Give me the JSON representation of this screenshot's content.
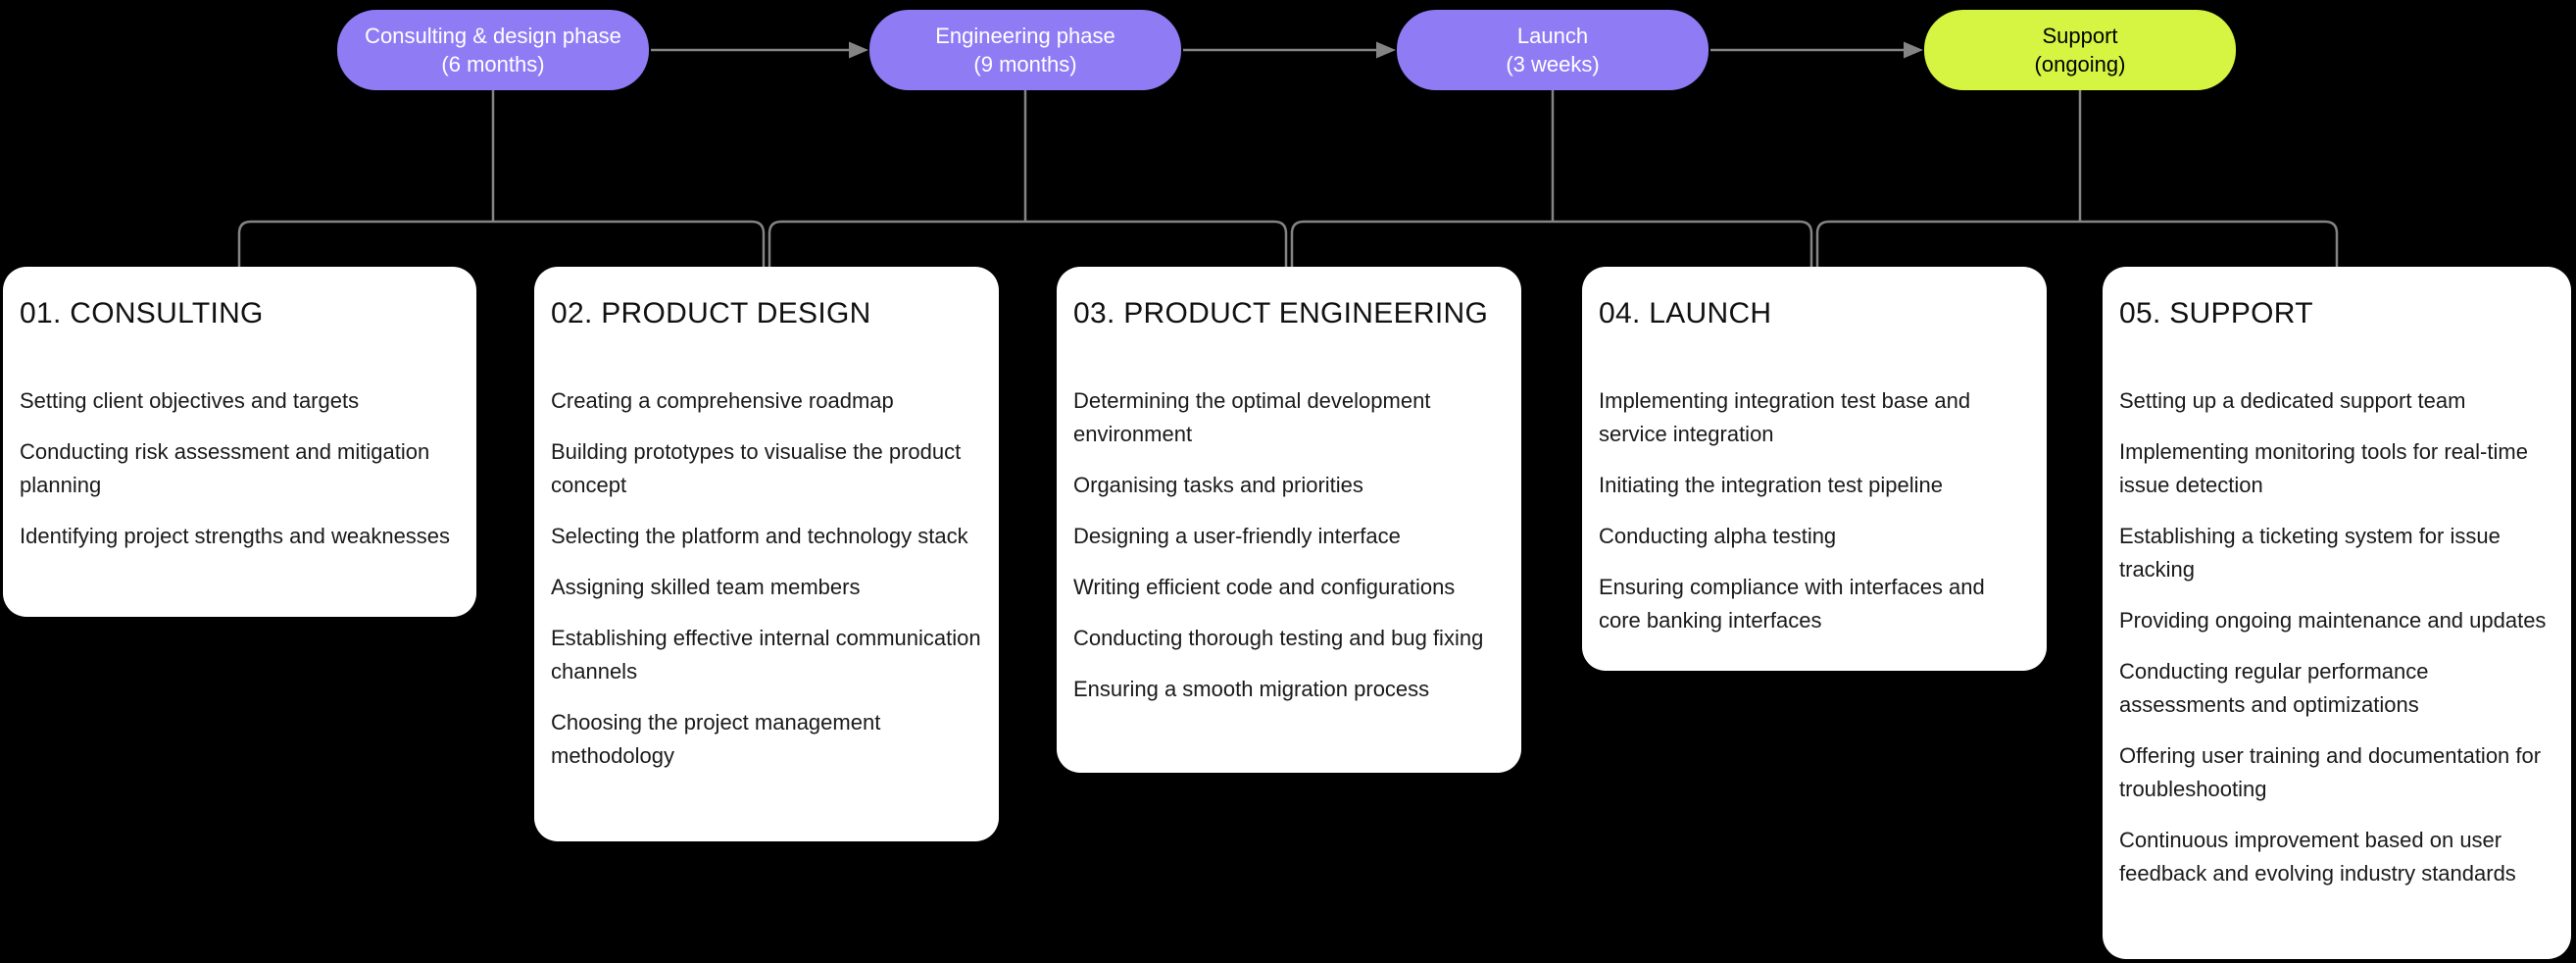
{
  "diagram": {
    "background": "#000000",
    "connector_color": "#848484",
    "card_background": "#ffffff"
  },
  "phases": [
    {
      "title": "Consulting & design phase",
      "duration": "(6 months)",
      "color": "#8f7cf5",
      "text_color": "#ffffff"
    },
    {
      "title": "Engineering phase",
      "duration": "(9 months)",
      "color": "#8f7cf5",
      "text_color": "#ffffff"
    },
    {
      "title": "Launch",
      "duration": "(3 weeks)",
      "color": "#8f7cf5",
      "text_color": "#ffffff"
    },
    {
      "title": "Support",
      "duration": "(ongoing)",
      "color": "#d5f542",
      "text_color": "#000000"
    }
  ],
  "cards": [
    {
      "title": "01. CONSULTING",
      "items": [
        "Setting client objectives and targets",
        "Conducting risk assessment and mitigation planning",
        "Identifying project strengths and weaknesses"
      ]
    },
    {
      "title": "02. PRODUCT DESIGN",
      "items": [
        "Creating a comprehensive roadmap",
        "Building prototypes to visualise the product concept",
        "Selecting the platform and technology stack",
        "Assigning skilled team members",
        "Establishing effective internal communication channels",
        "Choosing the project management methodology"
      ]
    },
    {
      "title": "03. PRODUCT ENGINEERING",
      "items": [
        "Determining the optimal development environment",
        "Organising tasks and priorities",
        "Designing a user-friendly interface",
        "Writing efficient code and configurations",
        "Conducting thorough testing and bug fixing",
        "Ensuring a smooth migration process"
      ]
    },
    {
      "title": "04. LAUNCH",
      "items": [
        "Implementing integration test base and service integration",
        "Initiating the integration test pipeline",
        "Conducting alpha testing",
        "Ensuring compliance with interfaces and core banking interfaces"
      ]
    },
    {
      "title": "05. SUPPORT",
      "items": [
        "Setting up a dedicated support team",
        "Implementing monitoring tools for real-time issue detection",
        "Establishing a ticketing system for issue tracking",
        "Providing ongoing maintenance and updates",
        "Conducting regular performance assessments and optimizations",
        "Offering user training and documentation for troubleshooting",
        "Continuous improvement based on user feedback and evolving industry standards"
      ]
    }
  ]
}
